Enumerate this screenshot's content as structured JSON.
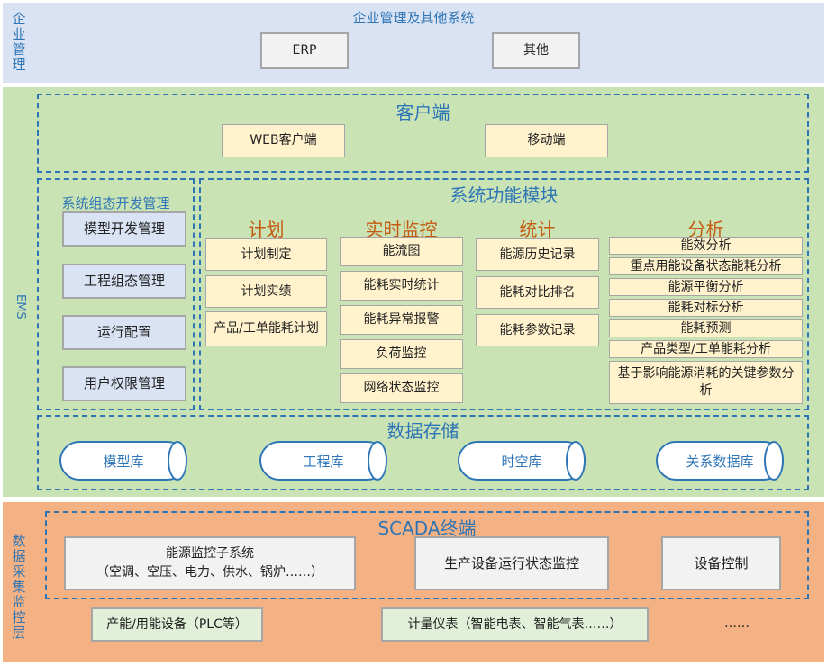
{
  "enterprise": {
    "side_label": "企业管理",
    "title": "企业管理及其他系统",
    "items": [
      "ERP",
      "其他"
    ]
  },
  "ems": {
    "side_label": "EMS",
    "client": {
      "title": "客户端",
      "items": [
        "WEB客户端",
        "移动端"
      ]
    },
    "config": {
      "title": "系统组态开发管理",
      "items": [
        "模型开发管理",
        "工程组态管理",
        "运行配置",
        "用户权限管理"
      ]
    },
    "function": {
      "title": "系统功能模块",
      "plan": {
        "title": "计划",
        "items": [
          "计划制定",
          "计划实绩",
          "产品/工单能耗计划"
        ]
      },
      "realtime": {
        "title": "实时监控",
        "items": [
          "能流图",
          "能耗实时统计",
          "能耗异常报警",
          "负荷监控",
          "网络状态监控"
        ]
      },
      "stats": {
        "title": "统计",
        "items": [
          "能源历史记录",
          "能耗对比排名",
          "能耗参数记录"
        ]
      },
      "analysis": {
        "title": "分析",
        "items": [
          "能效分析",
          "重点用能设备状态能耗分析",
          "能源平衡分析",
          "能耗对标分析",
          "能耗预测",
          "产品类型/工单能耗分析",
          "基于影响能源消耗的关键参数分析"
        ]
      }
    },
    "storage": {
      "title": "数据存储",
      "items": [
        "模型库",
        "工程库",
        "时空库",
        "关系数据库"
      ]
    }
  },
  "acquisition": {
    "side_label": "数据采集监控层",
    "scada": {
      "title": "SCADA终端",
      "energy_line1": "能源监控子系统",
      "energy_line2": "（空调、空压、电力、供水、锅炉……）",
      "production": "生产设备运行状态监控",
      "control": "设备控制"
    },
    "devices": [
      "产能/用能设备（PLC等）",
      "计量仪表（智能电表、智能气表……）"
    ],
    "more": "……"
  }
}
